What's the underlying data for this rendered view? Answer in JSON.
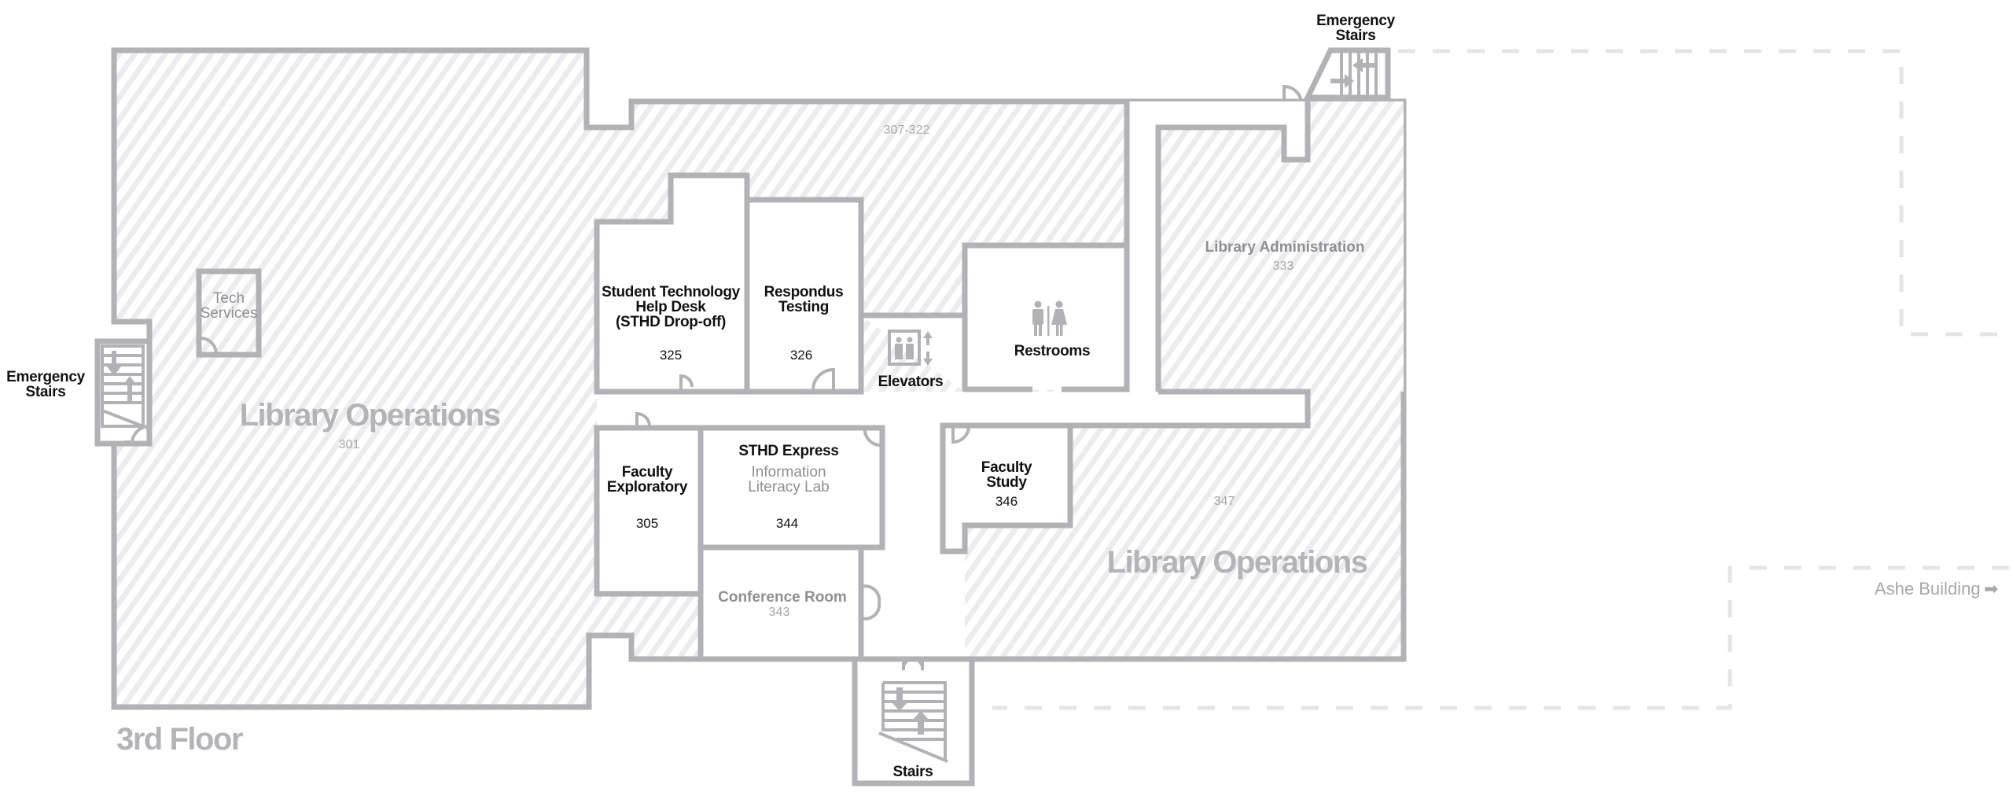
{
  "floor": {
    "title": "3rd Floor"
  },
  "colors": {
    "wall": "#b1b2b6",
    "hatch_stripe": "#ececee",
    "dashed_outline": "#e4e4e6",
    "primary_label": "#111111",
    "secondary_label": "#8e8f93"
  },
  "rooms": {
    "library_ops_left": {
      "name": "Library Operations",
      "number": "301"
    },
    "tech_services": {
      "name_line1": "Tech",
      "name_line2": "Services"
    },
    "range_307_322": {
      "number": "307-322"
    },
    "sthd": {
      "name_line1": "Student Technology",
      "name_line2": "Help Desk",
      "name_line3": "(STHD Drop-off)",
      "number": "325"
    },
    "respondus": {
      "name_line1": "Respondus",
      "name_line2": "Testing",
      "number": "326"
    },
    "elevators": {
      "name": "Elevators",
      "icon": "elevator-icon"
    },
    "restrooms": {
      "name": "Restrooms",
      "icon": "restroom-icon"
    },
    "library_admin": {
      "name": "Library Administration",
      "number": "333"
    },
    "faculty_exploratory": {
      "name_line1": "Faculty",
      "name_line2": "Exploratory",
      "number": "305"
    },
    "sthd_express": {
      "name": "STHD Express",
      "sub_line1": "Information",
      "sub_line2": "Literacy Lab",
      "number": "344"
    },
    "conference": {
      "name": "Conference Room",
      "number": "343"
    },
    "faculty_study": {
      "name_line1": "Faculty",
      "name_line2": "Study",
      "number": "346"
    },
    "library_ops_right": {
      "name": "Library Operations",
      "number": "347"
    }
  },
  "stairs": {
    "emergency_left": {
      "line1": "Emergency",
      "line2": "Stairs"
    },
    "emergency_top": {
      "line1": "Emergency",
      "line2": "Stairs"
    },
    "main": {
      "label": "Stairs"
    }
  },
  "connections": {
    "ashe": {
      "label": "Ashe Building",
      "arrow": "➡"
    }
  }
}
